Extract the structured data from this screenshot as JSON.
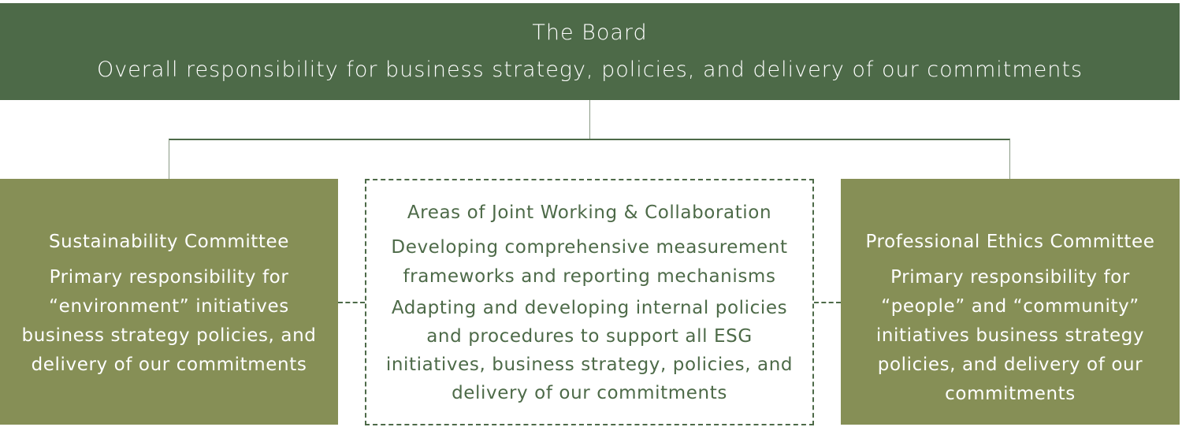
{
  "board": {
    "title": "The Board",
    "subtitle": "Overall responsibility for business strategy, policies, and delivery of our commitments"
  },
  "sustainability_committee": {
    "title": "Sustainability Committee",
    "body": "Primary responsibility for “environment” initiatives business strategy policies, and delivery of our commitments"
  },
  "joint_working": {
    "title": "Areas of Joint Working & Collaboration",
    "item_1": "Developing comprehensive measurement frameworks and reporting mechanisms",
    "item_2": "Adapting and developing internal policies and procedures to support all ESG initiatives, business strategy, policies, and delivery of our commitments"
  },
  "professional_ethics_committee": {
    "title": "Professional Ethics Committee",
    "body": "Primary responsibility for “people” and “community” initiatives business strategy policies, and delivery of our commitments"
  },
  "colors": {
    "board_green": "#4d6a48",
    "committee_olive": "#868f56",
    "text_white": "#ffffff"
  }
}
